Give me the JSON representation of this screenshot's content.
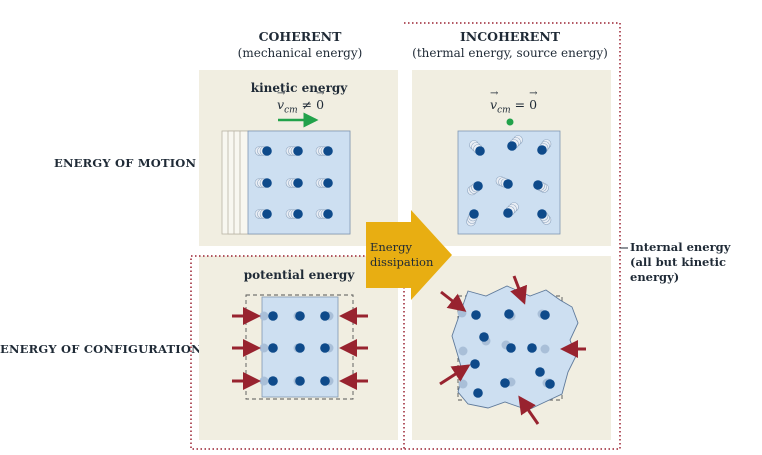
{
  "columns": {
    "coherent": {
      "title": "COHERENT",
      "subtitle": "(mechanical energy)"
    },
    "incoherent": {
      "title": "INCOHERENT",
      "subtitle": "(thermal energy, source energy)"
    }
  },
  "rows": {
    "motion": "ENERGY OF MOTION",
    "configuration": "ENERGY OF CONFIGURATION"
  },
  "panels": {
    "kinetic": "kinetic energy",
    "potential": "potential energy"
  },
  "equations": {
    "vcm_nonzero": {
      "v": "v",
      "sub": "cm",
      "rel": "≠",
      "rhs": "0"
    },
    "vcm_zero": {
      "v": "v",
      "sub": "cm",
      "rel": "=",
      "rhs": "0"
    }
  },
  "dissipation_arrow": {
    "line1": "Energy",
    "line2": "dissipation"
  },
  "internal_energy": {
    "line1": "Internal  energy",
    "line2": "(all but  kinetic energy)"
  },
  "colors": {
    "panel_bg": "#f1eee1",
    "box_fill": "#cddff1",
    "particle": "#0e4a8a",
    "ghost": "#a9bfd8",
    "arrow_red": "#98232f",
    "dissipation_arrow": "#e8ae12",
    "velocity_arrow": "#22a24a",
    "dotted_border": "#9a2030"
  }
}
